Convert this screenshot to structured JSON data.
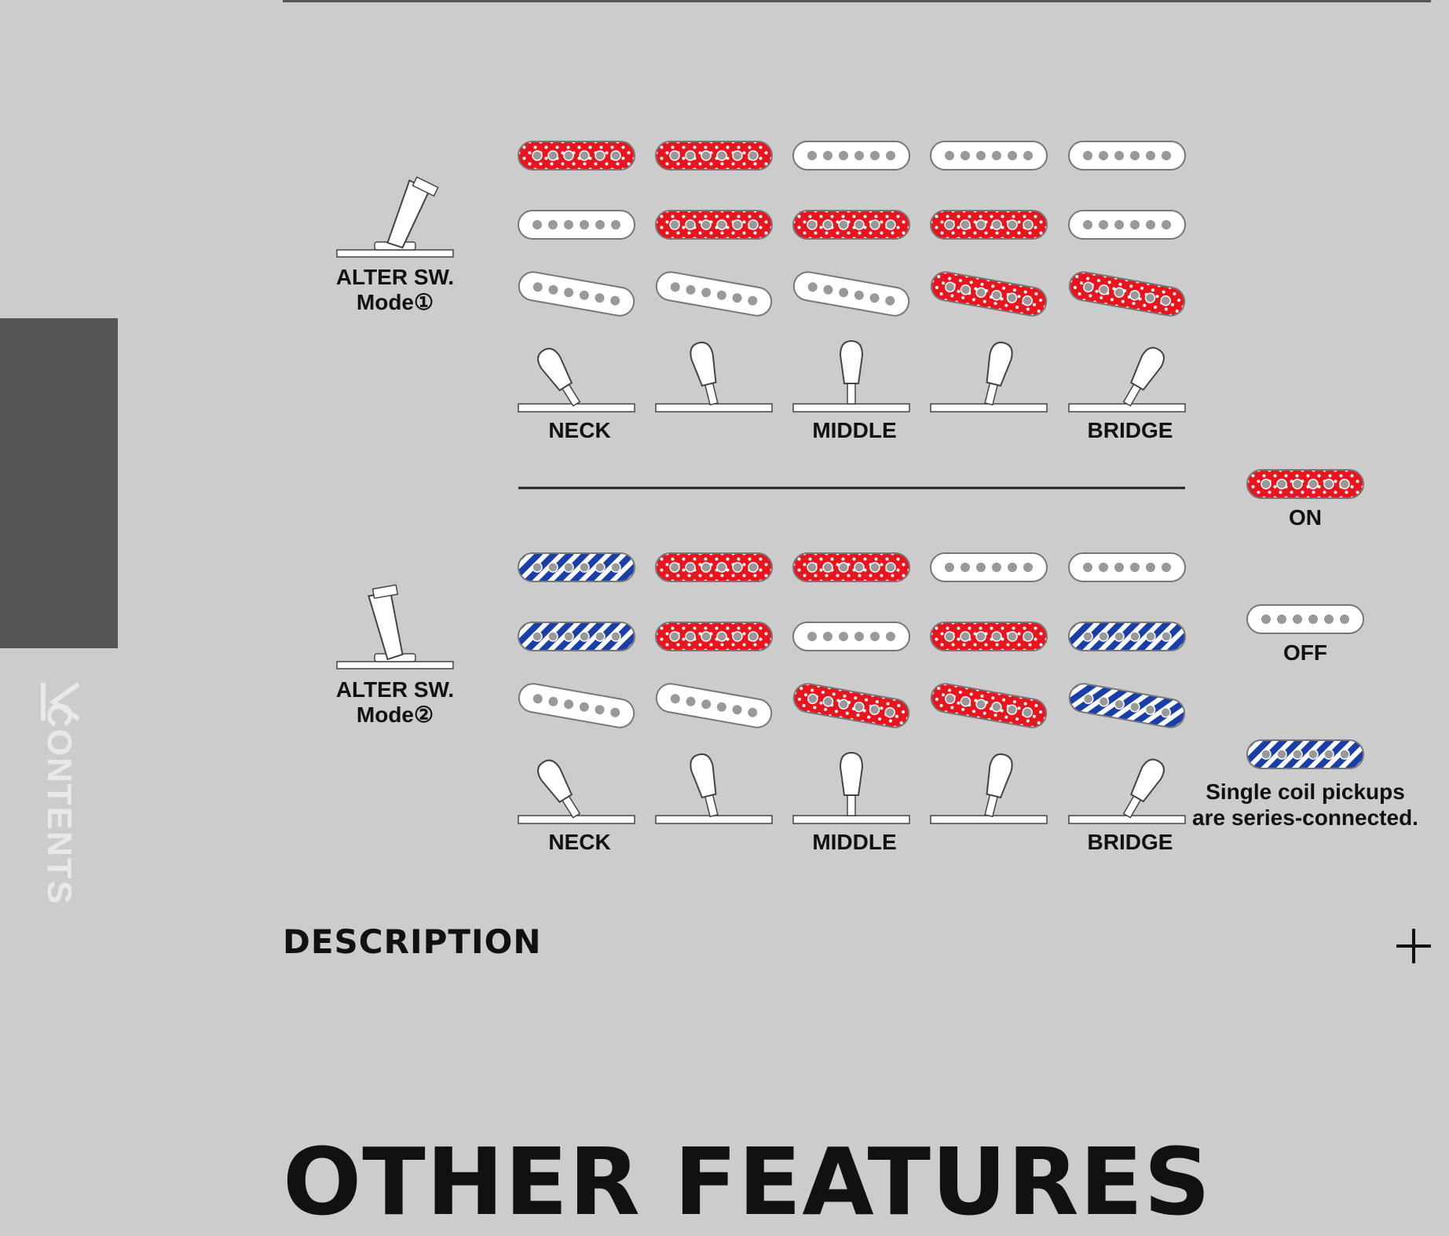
{
  "sidebar": {
    "tab_label": "CONTENTS",
    "icon": "collapse-icon"
  },
  "colors": {
    "background": "#cccccc",
    "on": "#e8141e",
    "off": "#ffffff",
    "series": "#1a3fa8",
    "sidebar": "#555555"
  },
  "diagram": {
    "positions": [
      "NECK",
      "",
      "MIDDLE",
      "",
      "BRIDGE"
    ],
    "modes": [
      {
        "label_line1": "ALTER SW.",
        "label_line2": "Mode①",
        "rows": [
          [
            "on",
            "on",
            "off",
            "off",
            "off"
          ],
          [
            "off",
            "on",
            "on",
            "on",
            "off"
          ],
          [
            "off",
            "off",
            "off",
            "on",
            "on"
          ]
        ]
      },
      {
        "label_line1": "ALTER SW.",
        "label_line2": "Mode②",
        "rows": [
          [
            "series",
            "on",
            "on",
            "off",
            "off"
          ],
          [
            "series",
            "on",
            "off",
            "on",
            "series"
          ],
          [
            "off",
            "off",
            "on",
            "on",
            "series"
          ]
        ]
      }
    ],
    "legend": {
      "on": "ON",
      "off": "OFF",
      "series_line1": "Single coil pickups",
      "series_line2": "are series-connected."
    }
  },
  "accordion": {
    "title": "DESCRIPTION",
    "icon": "plus-icon"
  },
  "section": {
    "title": "OTHER FEATURES"
  }
}
